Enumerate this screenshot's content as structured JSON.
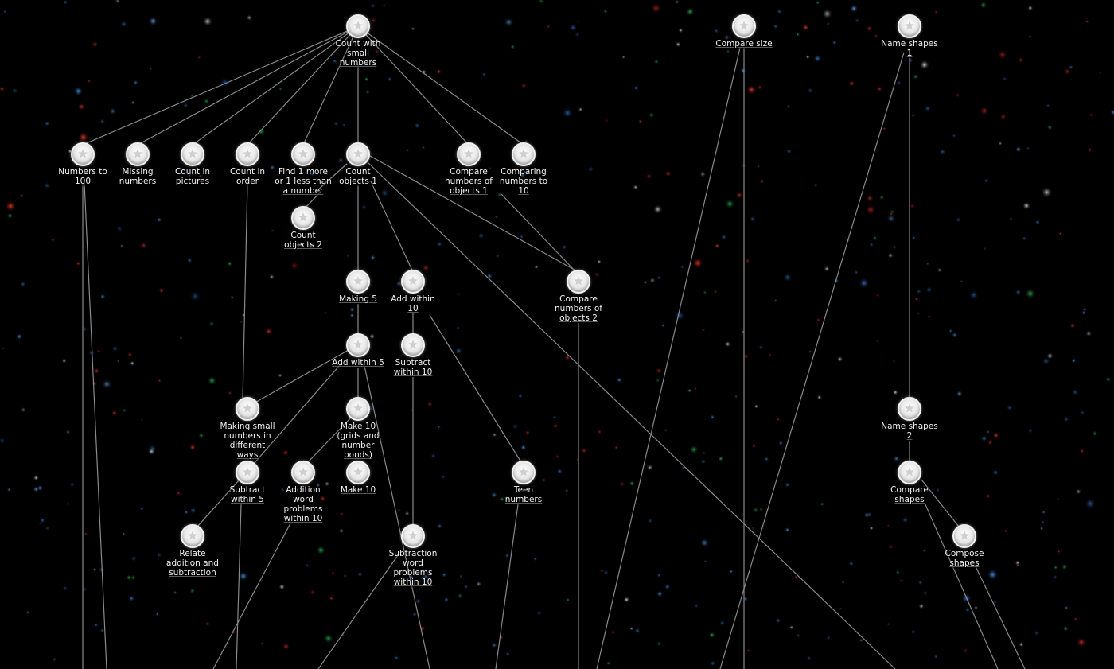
{
  "map": {
    "nodes": [
      {
        "id": "count-small",
        "lines": [
          "Count with",
          "small",
          "numbers"
        ]
      },
      {
        "id": "compare-size",
        "lines": [
          "Compare size"
        ]
      },
      {
        "id": "name-shapes-1",
        "lines": [
          "Name shapes",
          "1"
        ]
      },
      {
        "id": "numbers-100",
        "lines": [
          "Numbers to",
          "100"
        ]
      },
      {
        "id": "missing-numbers",
        "lines": [
          "Missing",
          "numbers"
        ]
      },
      {
        "id": "count-pictures",
        "lines": [
          "Count in",
          "pictures"
        ]
      },
      {
        "id": "count-order",
        "lines": [
          "Count in",
          "order"
        ]
      },
      {
        "id": "find-1-more",
        "lines": [
          "Find 1 more",
          "or 1 less than",
          "a number"
        ]
      },
      {
        "id": "count-objects-1",
        "lines": [
          "Count",
          "objects 1"
        ]
      },
      {
        "id": "compare-objects-1",
        "lines": [
          "Compare",
          "numbers of",
          "objects 1"
        ]
      },
      {
        "id": "comparing-10",
        "lines": [
          "Comparing",
          "numbers to",
          "10"
        ]
      },
      {
        "id": "count-objects-2",
        "lines": [
          "Count",
          "objects 2"
        ]
      },
      {
        "id": "making-5",
        "lines": [
          "Making 5"
        ]
      },
      {
        "id": "add-within-10",
        "lines": [
          "Add within",
          "10"
        ]
      },
      {
        "id": "compare-objects-2",
        "lines": [
          "Compare",
          "numbers of",
          "objects 2"
        ]
      },
      {
        "id": "add-within-5",
        "lines": [
          "Add within 5"
        ]
      },
      {
        "id": "subtract-within-10",
        "lines": [
          "Subtract",
          "within 10"
        ]
      },
      {
        "id": "making-small-ways",
        "lines": [
          "Making small",
          "numbers in",
          "different",
          "ways"
        ]
      },
      {
        "id": "make-10-grids",
        "lines": [
          "Make 10",
          "(grids and",
          "number",
          "bonds)"
        ]
      },
      {
        "id": "name-shapes-2",
        "lines": [
          "Name shapes",
          "2"
        ]
      },
      {
        "id": "subtract-within-5",
        "lines": [
          "Subtract",
          "within 5"
        ]
      },
      {
        "id": "addition-word-10",
        "lines": [
          "Addition",
          "word",
          "problems",
          "within 10"
        ]
      },
      {
        "id": "make-10",
        "lines": [
          "Make 10"
        ]
      },
      {
        "id": "teen-numbers",
        "lines": [
          "Teen",
          "numbers"
        ]
      },
      {
        "id": "compare-shapes",
        "lines": [
          "Compare",
          "shapes"
        ]
      },
      {
        "id": "relate-add-sub",
        "lines": [
          "Relate",
          "addition and",
          "subtraction"
        ]
      },
      {
        "id": "subtraction-word-10",
        "lines": [
          "Subtraction",
          "word",
          "problems",
          "within 10"
        ]
      },
      {
        "id": "compose-shapes",
        "lines": [
          "Compose",
          "shapes"
        ]
      }
    ]
  }
}
